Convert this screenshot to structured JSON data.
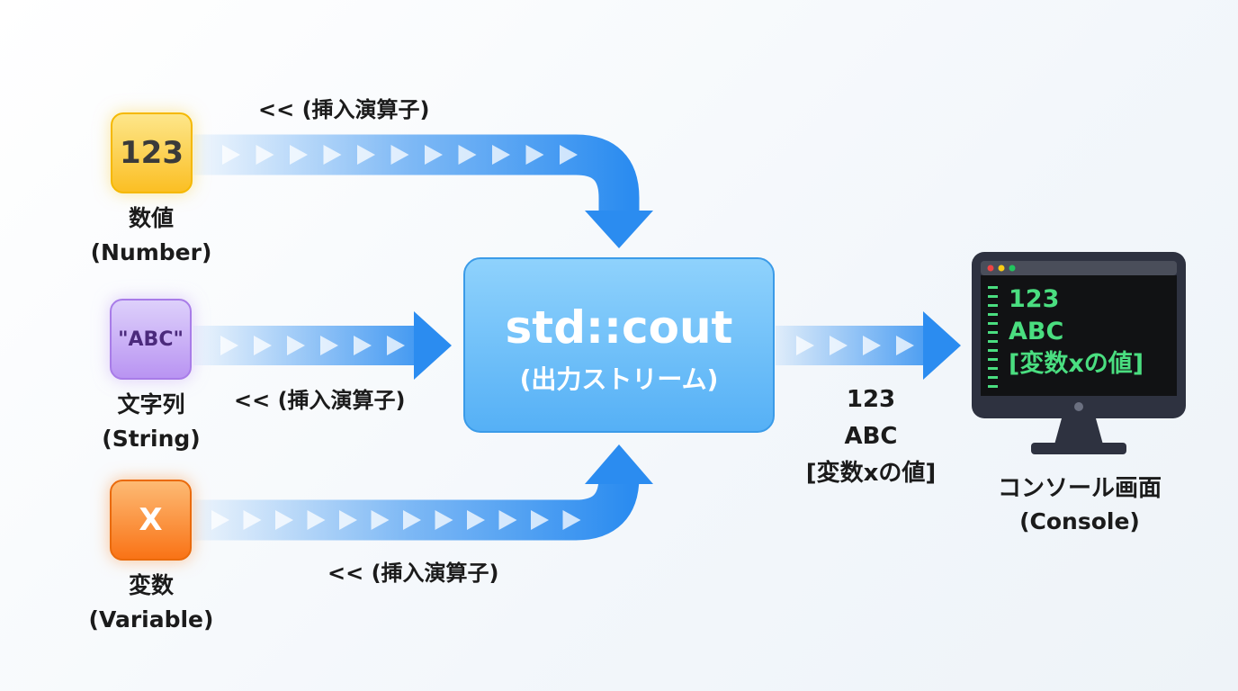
{
  "sources": [
    {
      "value": "123",
      "label": "数値",
      "sublabel": "(Number)",
      "color": "#fcd34d"
    },
    {
      "value": "\"ABC\"",
      "label": "文字列",
      "sublabel": "(String)",
      "color": "#c4a5f5"
    },
    {
      "value": "X",
      "label": "変数",
      "sublabel": "(Variable)",
      "color": "#fb8a2e"
    }
  ],
  "operator_labels": [
    "<< (挿入演算子)",
    "<< (挿入演算子)",
    "<< (挿入演算子)"
  ],
  "stream": {
    "title": "std::cout",
    "subtitle": "(出力ストリーム)"
  },
  "output": {
    "lines": [
      "123",
      "ABC",
      "[変数xの値]"
    ]
  },
  "console": {
    "lines": [
      "123",
      "ABC",
      "[変数xの値]"
    ],
    "label": "コンソール画面",
    "sublabel": "(Console)",
    "text_color": "#4ade80"
  },
  "colors": {
    "arrow": "#2b8cf0",
    "stream_box": "#6cbdf8"
  }
}
